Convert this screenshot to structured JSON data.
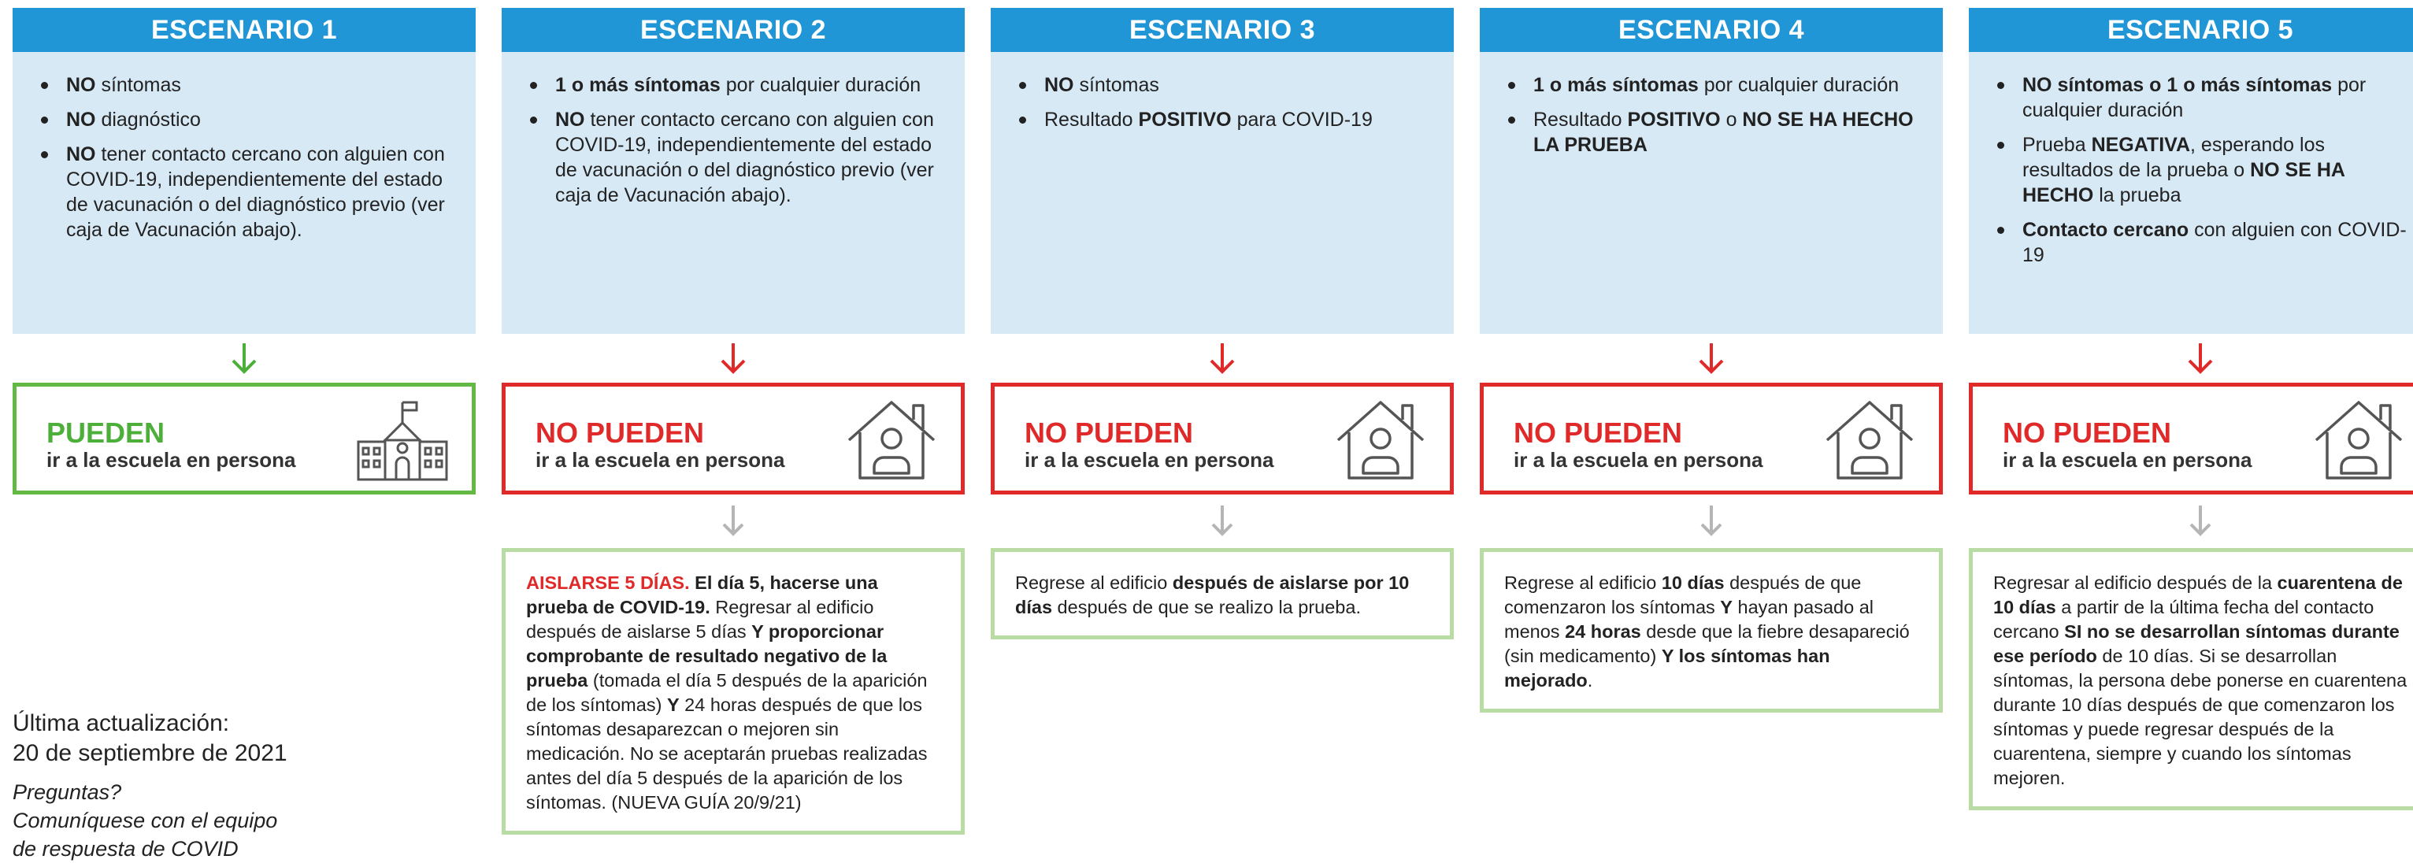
{
  "scenarios": [
    {
      "title": "ESCENARIO 1",
      "bullets": [
        [
          {
            "t": "NO",
            "b": true
          },
          {
            "t": " síntomas"
          }
        ],
        [
          {
            "t": "NO",
            "b": true
          },
          {
            "t": " diagnóstico"
          }
        ],
        [
          {
            "t": "NO",
            "b": true
          },
          {
            "t": " tener contacto cercano con alguien con COVID-19, independientemente del estado de vacunación o del diagnóstico previo (ver caja de Vacunación abajo)."
          }
        ]
      ],
      "status": "PUEDEN",
      "status_sub": "ir a la escuela en persona",
      "status_icon": "school-icon",
      "note": null
    },
    {
      "title": "ESCENARIO 2",
      "bullets": [
        [
          {
            "t": "1 o más síntomas",
            "b": true
          },
          {
            "t": " por cualquier duración"
          }
        ],
        [
          {
            "t": "NO",
            "b": true
          },
          {
            "t": " tener contacto cercano con alguien con COVID-19, independientemente del estado de vacunación o del diagnóstico previo (ver caja de Vacunación abajo)."
          }
        ]
      ],
      "status": "NO PUEDEN",
      "status_sub": "ir a la escuela en persona",
      "status_icon": "house-person-icon",
      "note": [
        {
          "t": "AISLARSE 5 DÍAS. ",
          "r": true
        },
        {
          "t": "El día 5, hacerse una prueba de COVID-19.",
          "b": true
        },
        {
          "t": " Regresar al edificio después de aislarse 5 días "
        },
        {
          "t": "Y proporcionar comprobante de resultado negativo de la prueba",
          "b": true
        },
        {
          "t": " (tomada el día 5 después de la aparición de los síntomas) "
        },
        {
          "t": "Y",
          "b": true
        },
        {
          "t": " 24 horas después de que los síntomas desaparezcan o mejoren sin medicación. No se aceptarán pruebas realizadas antes del día 5 después de la aparición de los síntomas. (NUEVA GUÍA 20/9/21)"
        }
      ]
    },
    {
      "title": "ESCENARIO 3",
      "bullets": [
        [
          {
            "t": "NO",
            "b": true
          },
          {
            "t": " síntomas"
          }
        ],
        [
          {
            "t": "Resultado "
          },
          {
            "t": "POSITIVO",
            "b": true
          },
          {
            "t": " para COVID-19"
          }
        ]
      ],
      "status": "NO PUEDEN",
      "status_sub": "ir a la escuela en persona",
      "status_icon": "house-person-icon",
      "note": [
        {
          "t": "Regrese al edificio "
        },
        {
          "t": "después de aislarse por 10 días",
          "b": true
        },
        {
          "t": " después de que se realizo la prueba."
        }
      ]
    },
    {
      "title": "ESCENARIO 4",
      "bullets": [
        [
          {
            "t": "1 o más síntomas",
            "b": true
          },
          {
            "t": " por cualquier duración"
          }
        ],
        [
          {
            "t": "Resultado "
          },
          {
            "t": "POSITIVO",
            "b": true
          },
          {
            "t": " o "
          },
          {
            "t": "NO SE HA HECHO LA PRUEBA",
            "b": true
          }
        ]
      ],
      "status": "NO PUEDEN",
      "status_sub": "ir a la escuela en persona",
      "status_icon": "house-person-icon",
      "note": [
        {
          "t": "Regrese al edificio "
        },
        {
          "t": "10 días",
          "b": true
        },
        {
          "t": " después de que comenzaron los síntomas "
        },
        {
          "t": "Y",
          "b": true
        },
        {
          "t": " hayan pasado al menos "
        },
        {
          "t": "24 horas",
          "b": true
        },
        {
          "t": " desde que la fiebre desapareció (sin medicamento) "
        },
        {
          "t": "Y los síntomas han mejorado",
          "b": true
        },
        {
          "t": "."
        }
      ]
    },
    {
      "title": "ESCENARIO 5",
      "bullets": [
        [
          {
            "t": "NO síntomas o 1 o más síntomas",
            "b": true
          },
          {
            "t": " por cualquier duración"
          }
        ],
        [
          {
            "t": "Prueba "
          },
          {
            "t": "NEGATIVA",
            "b": true
          },
          {
            "t": ", esperando los resultados de la prueba o "
          },
          {
            "t": "NO SE HA HECHO",
            "b": true
          },
          {
            "t": " la prueba"
          }
        ],
        [
          {
            "t": "Contacto cercano",
            "b": true
          },
          {
            "t": " con alguien con COVID-19"
          }
        ]
      ],
      "status": "NO PUEDEN",
      "status_sub": "ir a la escuela en persona",
      "status_icon": "house-person-icon",
      "note": [
        {
          "t": "Regresar al edificio después de la "
        },
        {
          "t": "cuarentena de 10 días",
          "b": true
        },
        {
          "t": " a partir de la última fecha del contacto cercano "
        },
        {
          "t": "SI no se desarrollan síntomas durante ese período",
          "b": true
        },
        {
          "t": " de 10 días. Si se desarrollan síntomas, la persona debe ponerse en cuarentena durante 10 días después de que comenzaron los síntomas y puede regresar después de la cuarentena, siempre y cuando los síntomas mejoren."
        }
      ]
    }
  ],
  "footer": {
    "updated_label": "Última actualización:",
    "updated_date": "20 de septiembre de 2021",
    "questions_1": "Preguntas?",
    "questions_2": "Comuníquese con el equipo",
    "questions_3": "de respuesta de COVID"
  },
  "colors": {
    "header_blue": "#2196d6",
    "info_bg": "#d8e9f6",
    "green": "#4caf3a",
    "red": "#e02a2a",
    "note_border": "#b9dca4",
    "gray_arrow": "#b5b5b5"
  }
}
